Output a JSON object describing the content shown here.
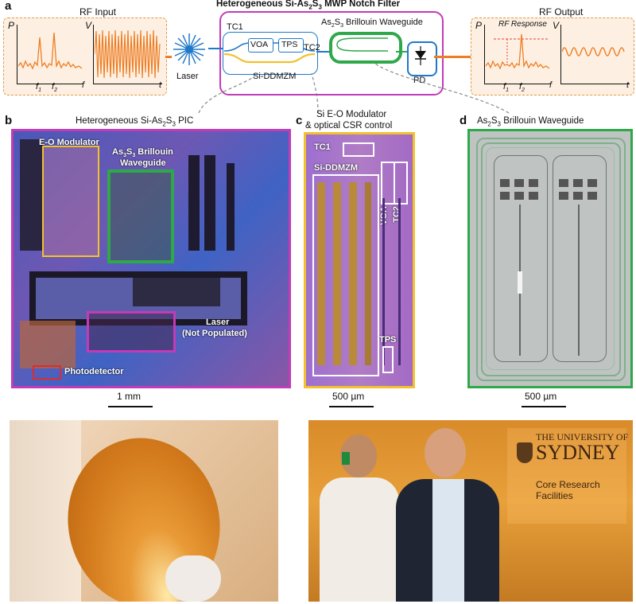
{
  "figure": {
    "panel_a": {
      "letter": "a",
      "title_pre": "Heterogeneous Si-As",
      "title_sub1": "2",
      "title_mid": "S",
      "title_sub2": "3",
      "title_post": " MWP Notch Filter",
      "rf_input": {
        "title": "RF Input",
        "p_axis": "P",
        "v_axis": "V",
        "f_axis": "f",
        "t_axis": "t",
        "f1": "f",
        "f1_sub": "1",
        "f2": "f",
        "f2_sub": "2"
      },
      "rf_output": {
        "title": "RF Output",
        "p_axis": "P",
        "v_axis": "V",
        "f_axis": "f",
        "t_axis": "t",
        "response": "RF Response",
        "f1": "f",
        "f1_sub": "1",
        "f2": "f",
        "f2_sub": "2"
      },
      "laser_label": "Laser",
      "tc1": "TC1",
      "tc2": "TC2",
      "voa": "VOA",
      "tps": "TPS",
      "ddmzm": "Si-DDMZM",
      "pd": "PD",
      "waveguide_pre": "As",
      "waveguide_sub1": "2",
      "waveguide_mid": "S",
      "waveguide_sub2": "3",
      "waveguide_post": " Brillouin Waveguide"
    },
    "panel_b": {
      "letter": "b",
      "caption_pre": "Heterogeneous Si-As",
      "caption_sub1": "2",
      "caption_mid": "S",
      "caption_sub2": "3",
      "caption_post": " PIC",
      "eo_modulator": "E-O Modulator",
      "brillouin_pre": "As",
      "brillouin_sub1": "3",
      "brillouin_mid": "S",
      "brillouin_sub2": "3",
      "brillouin_post": " Brillouin",
      "brillouin_line2": "Waveguide",
      "laser": "Laser",
      "laser_note": "(Not Populated)",
      "photodetector": "Photodetector",
      "scale": "1 mm"
    },
    "panel_c": {
      "letter": "c",
      "caption_line1": "Si E-O Modulator",
      "caption_line2": "& optical CSR control",
      "tc1": "TC1",
      "ddmzm": "Si-DDMZM",
      "voa": "VOA",
      "tc2": "TC2",
      "tps": "TPS",
      "scale": "500 µm"
    },
    "panel_d": {
      "letter": "d",
      "caption_pre": "As",
      "caption_sub1": "2",
      "caption_mid": "S",
      "caption_sub2": "3",
      "caption_post": " Brillouin Waveguide",
      "scale": "500 µm"
    },
    "photo_right": {
      "sign_line1": "THE UNIVERSITY OF",
      "sign_line2": "SYDNEY",
      "sign_line3": "Core Research",
      "sign_line4": "Facilities"
    },
    "colors": {
      "magenta": "#c23bb8",
      "yellow": "#f2c12e",
      "green": "#2fa84a",
      "orange": "#ee7d23",
      "laser_blue": "#1f78c8"
    }
  }
}
